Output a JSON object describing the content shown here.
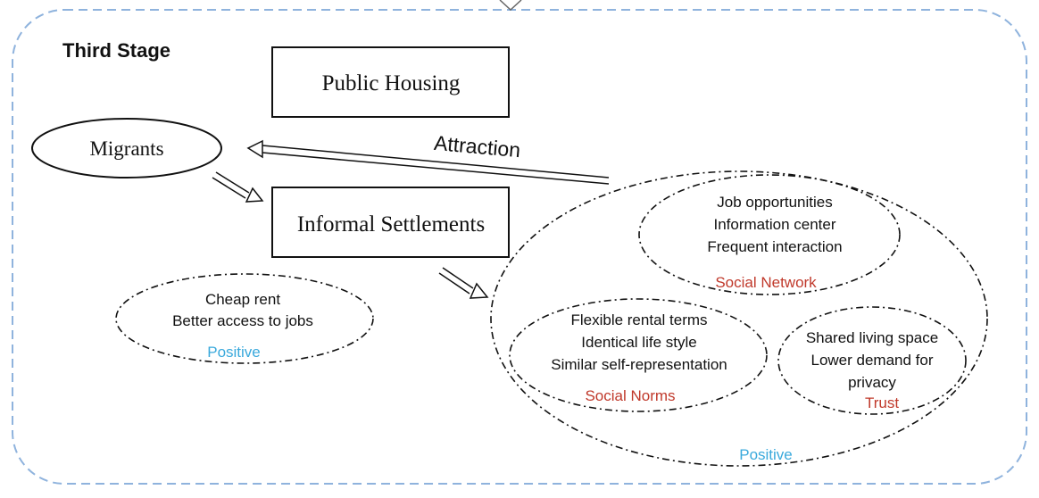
{
  "stage": {
    "title": "Third Stage"
  },
  "boxes": {
    "public_housing": "Public Housing",
    "informal_settlements": "Informal Settlements"
  },
  "migrants": "Migrants",
  "attraction": "Attraction",
  "cheap": {
    "lines": [
      "Cheap rent",
      "Better access to jobs"
    ],
    "label": "Positive"
  },
  "social_network": {
    "lines": [
      "Job opportunities",
      "Information center",
      "Frequent interaction"
    ],
    "label": "Social Network"
  },
  "social_norms": {
    "lines": [
      "Flexible rental terms",
      "Identical life style",
      "Similar self-representation"
    ],
    "label": "Social Norms"
  },
  "trust": {
    "lines": [
      "Shared living space",
      "Lower demand for",
      "privacy"
    ],
    "label": "Trust"
  },
  "big_positive": "Positive",
  "colors": {
    "stage_border": "#8fb3dd",
    "positive": "#3aa9dc",
    "category_red": "#c0392b",
    "ink": "#111111"
  }
}
